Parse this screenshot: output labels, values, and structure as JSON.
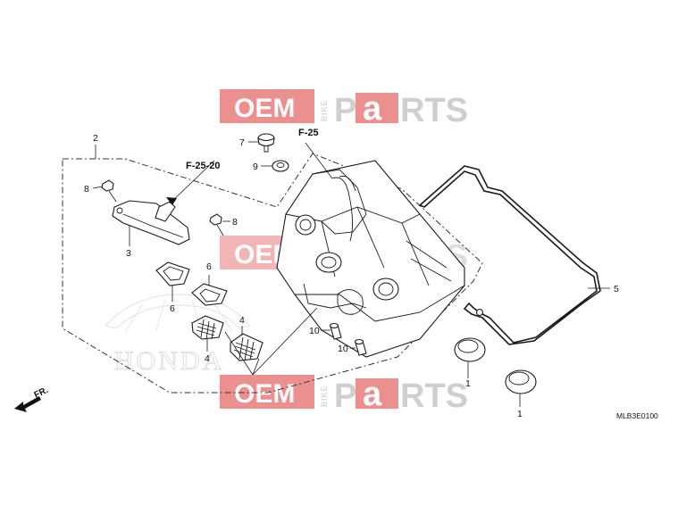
{
  "diagram": {
    "drawing_code": "MLB3E0100",
    "front_label": "FR.",
    "references": [
      {
        "id": "ref-f25",
        "label": "F-25"
      },
      {
        "id": "ref-f2520",
        "label": "F-25-20"
      }
    ],
    "callouts": [
      {
        "id": "c1a",
        "label": "1"
      },
      {
        "id": "c1b",
        "label": "1"
      },
      {
        "id": "c2",
        "label": "2"
      },
      {
        "id": "c3",
        "label": "3"
      },
      {
        "id": "c4a",
        "label": "4"
      },
      {
        "id": "c4b",
        "label": "4"
      },
      {
        "id": "c5",
        "label": "5"
      },
      {
        "id": "c6a",
        "label": "6"
      },
      {
        "id": "c6b",
        "label": "6"
      },
      {
        "id": "c7",
        "label": "7"
      },
      {
        "id": "c8a",
        "label": "8"
      },
      {
        "id": "c8b",
        "label": "8"
      },
      {
        "id": "c9",
        "label": "9"
      },
      {
        "id": "c10a",
        "label": "10"
      },
      {
        "id": "c10b",
        "label": "10"
      }
    ]
  },
  "watermark": {
    "oem": "OEM",
    "bike": "BIKE",
    "parts_p": "P",
    "parts_a": "a",
    "parts_rts": "RTS",
    "honda": "HONDA",
    "accent_color": "#e05a5a"
  }
}
